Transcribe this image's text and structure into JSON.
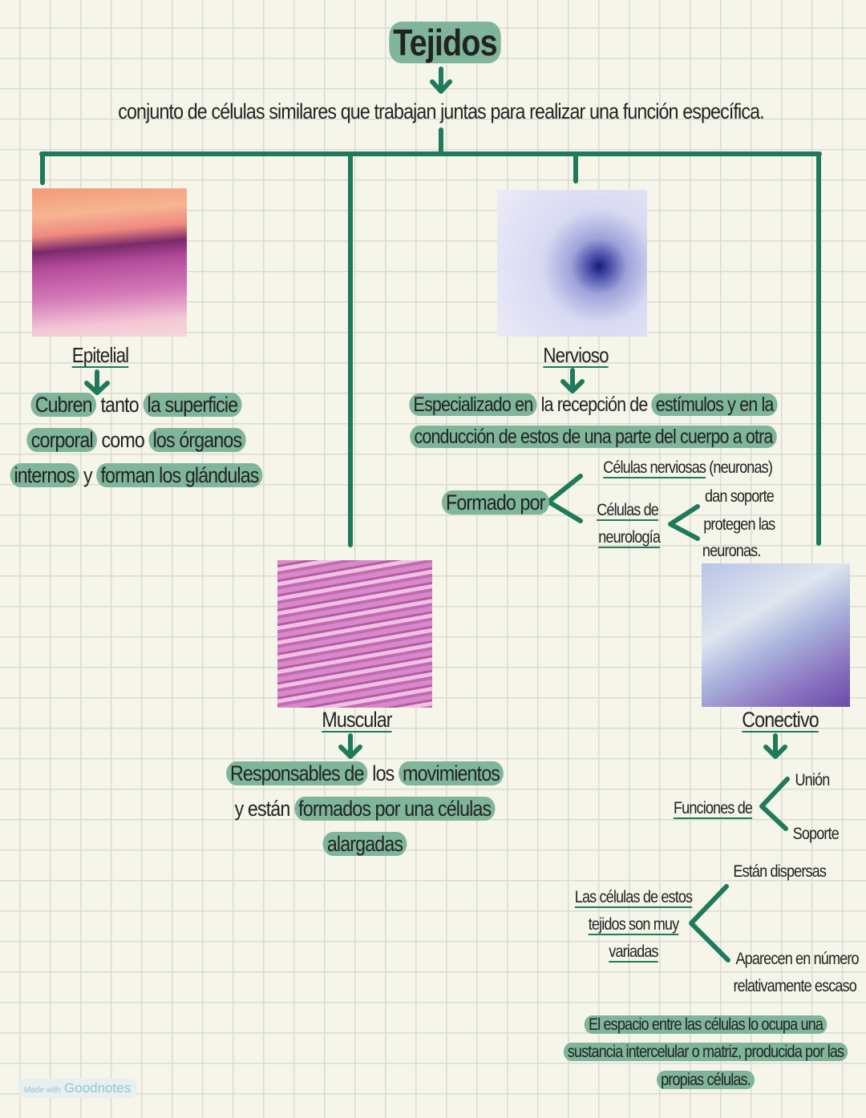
{
  "title": "Tejidos",
  "definition": "conjunto de células similares que trabajan juntas para realizar una función específica.",
  "epitelial": {
    "label": "Epitelial",
    "lines": [
      [
        {
          "t": "Cubren",
          "hl": true
        },
        {
          "t": " tanto ",
          "hl": false
        },
        {
          "t": "la superficie",
          "hl": true
        }
      ],
      [
        {
          "t": "corporal",
          "hl": true
        },
        {
          "t": " como ",
          "hl": false
        },
        {
          "t": "los órganos",
          "hl": true
        }
      ],
      [
        {
          "t": "internos",
          "hl": true
        },
        {
          "t": " y ",
          "hl": false
        },
        {
          "t": "forman los glándulas",
          "hl": true
        }
      ]
    ]
  },
  "nervioso": {
    "label": "Nervioso",
    "lines": [
      [
        {
          "t": "Especializado en",
          "hl": true
        },
        {
          "t": " la recepción de ",
          "hl": false
        },
        {
          "t": "estímulos y en la",
          "hl": true
        }
      ],
      [
        {
          "t": "conducción de estos de una parte del cuerpo a otra",
          "hl": true
        }
      ]
    ],
    "formado_por": "Formado por",
    "celulas_nerviosas": "Células nerviosas",
    "neuronas": " (neuronas)",
    "celulas_de": "Células de",
    "neurologia": "neurología",
    "soporte_lines": [
      "dan soporte",
      "protegen las",
      "neuronas."
    ]
  },
  "muscular": {
    "label": "Muscular",
    "lines": [
      [
        {
          "t": "Responsables de",
          "hl": true
        },
        {
          "t": " los ",
          "hl": false
        },
        {
          "t": "movimientos",
          "hl": true
        }
      ],
      [
        {
          "t": "y están ",
          "hl": false
        },
        {
          "t": "formados por una células",
          "hl": true
        }
      ],
      [
        {
          "t": "alargadas",
          "hl": true
        }
      ]
    ]
  },
  "conectivo": {
    "label": "Conectivo",
    "funciones_de": "Funciones de",
    "union": "Unión",
    "soporte": "Soporte",
    "celulas_lines": [
      "Las células de estos",
      "tejidos son muy",
      "variadas"
    ],
    "dispersas": "Están dispersas",
    "aparecen_lines": [
      "Aparecen en número",
      "relativamente escaso"
    ],
    "espacio_lines": [
      "El espacio entre las células lo ocupa una",
      "sustancia intercelular o matriz, producida por las",
      "propias células."
    ]
  },
  "watermark": {
    "made_with": "Made with",
    "brand": "Goodnotes"
  },
  "colors": {
    "line": "#1f7a5c",
    "highlight": "#7fb59b"
  }
}
